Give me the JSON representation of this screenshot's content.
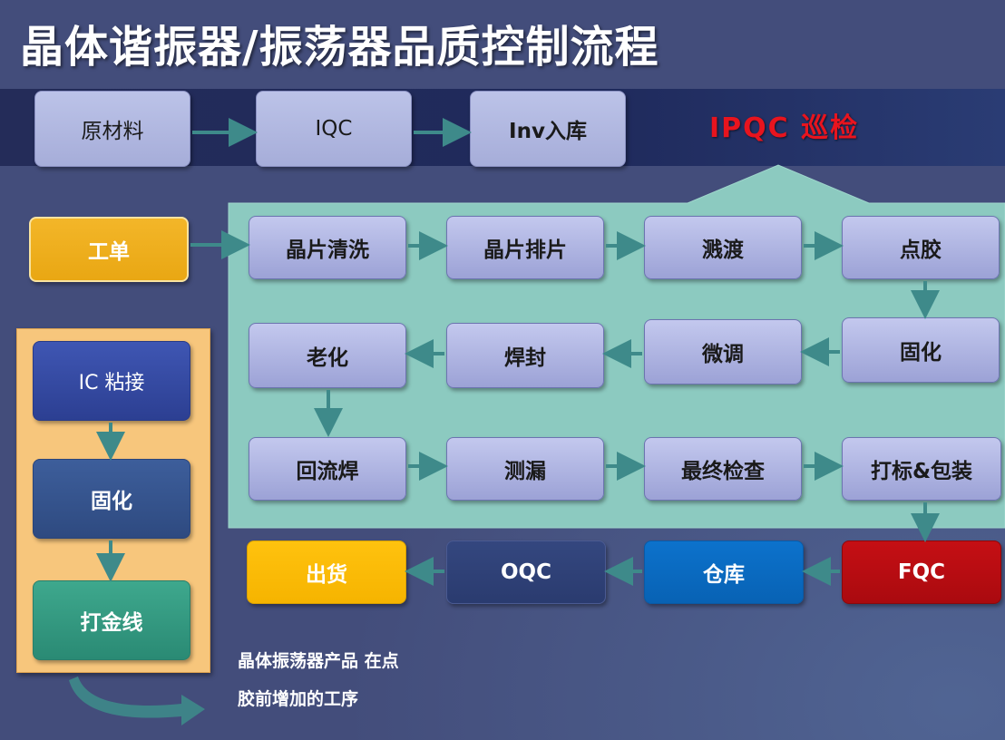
{
  "title": "晶体谐振器/振荡器品质控制流程",
  "ipqc_label": "IPQC 巡检",
  "top_row": [
    "原材料",
    "IQC",
    "Inv入库"
  ],
  "work_order": "工单",
  "process_row1": [
    "晶片清洗",
    "晶片排片",
    "溅渡",
    "点胶"
  ],
  "process_row2": [
    "老化",
    "焊封",
    "微调",
    "固化"
  ],
  "process_row3": [
    "回流焊",
    "测漏",
    "最终检查",
    "打标&包装"
  ],
  "bottom_row": [
    "出货",
    "OQC",
    "仓库",
    "FQC"
  ],
  "side_steps": [
    "IC 粘接",
    "固化",
    "打金线"
  ],
  "note_lines": [
    "晶体振荡器产品 在点",
    "胶前增加的工序"
  ],
  "colors": {
    "background": "#434d7b",
    "teal_zone": "#8ccac0",
    "ipqc_red": "#e8141e",
    "connector": "#3e8a8a",
    "work_order": "#f3b629",
    "shipment": "#ffc20e",
    "oqc": "#34477f",
    "warehouse": "#0c72cc",
    "fqc": "#c50f14",
    "side_panel": "#f7c67c"
  }
}
